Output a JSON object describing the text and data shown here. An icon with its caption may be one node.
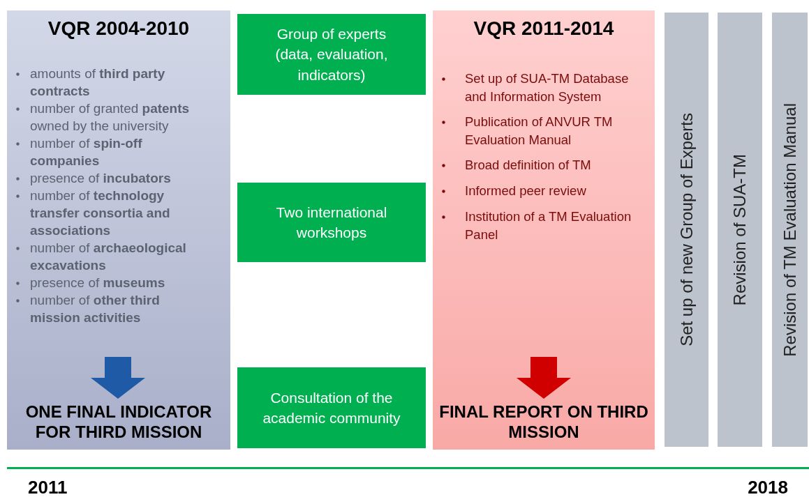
{
  "diagram": {
    "nodes": [
      {
        "text": [
          "VQR 2004-2010",
          "amounts of **third party contracts**",
          "number of granted **patents** owned by the university",
          "number of **spin-off companies**",
          "presence of **incubators**",
          "number of **technology transfer consortia and associations**",
          "number of **archaeological excavations**",
          "presence of **museums**",
          "number of **other third mission activities**",
          "ONE FINAL INDICATOR FOR THIRD MISSION"
        ]
      },
      {
        "text": [
          "Group of experts (data, evaluation, indicators)"
        ]
      },
      {
        "text": [
          "Two international workshops"
        ]
      },
      {
        "text": [
          "Consultation of the academic community"
        ]
      },
      {
        "text": [
          "VQR 2011-2014",
          "Set up of SUA-TM Database and Information System",
          "Publication of ANVUR TM Evaluation Manual",
          "Broad definition of TM",
          "Informed peer review",
          "Institution of a TM Evaluation Panel",
          "FINAL REPORT ON THIRD MISSION"
        ]
      },
      {
        "text": [
          "Set up of new Group of Experts"
        ]
      },
      {
        "text": [
          "Revision of SUA-TM"
        ]
      },
      {
        "text": [
          "Revision of TM Evaluation Manual"
        ]
      }
    ],
    "edges": [],
    "labels": [
      "2011",
      "2018"
    ]
  }
}
